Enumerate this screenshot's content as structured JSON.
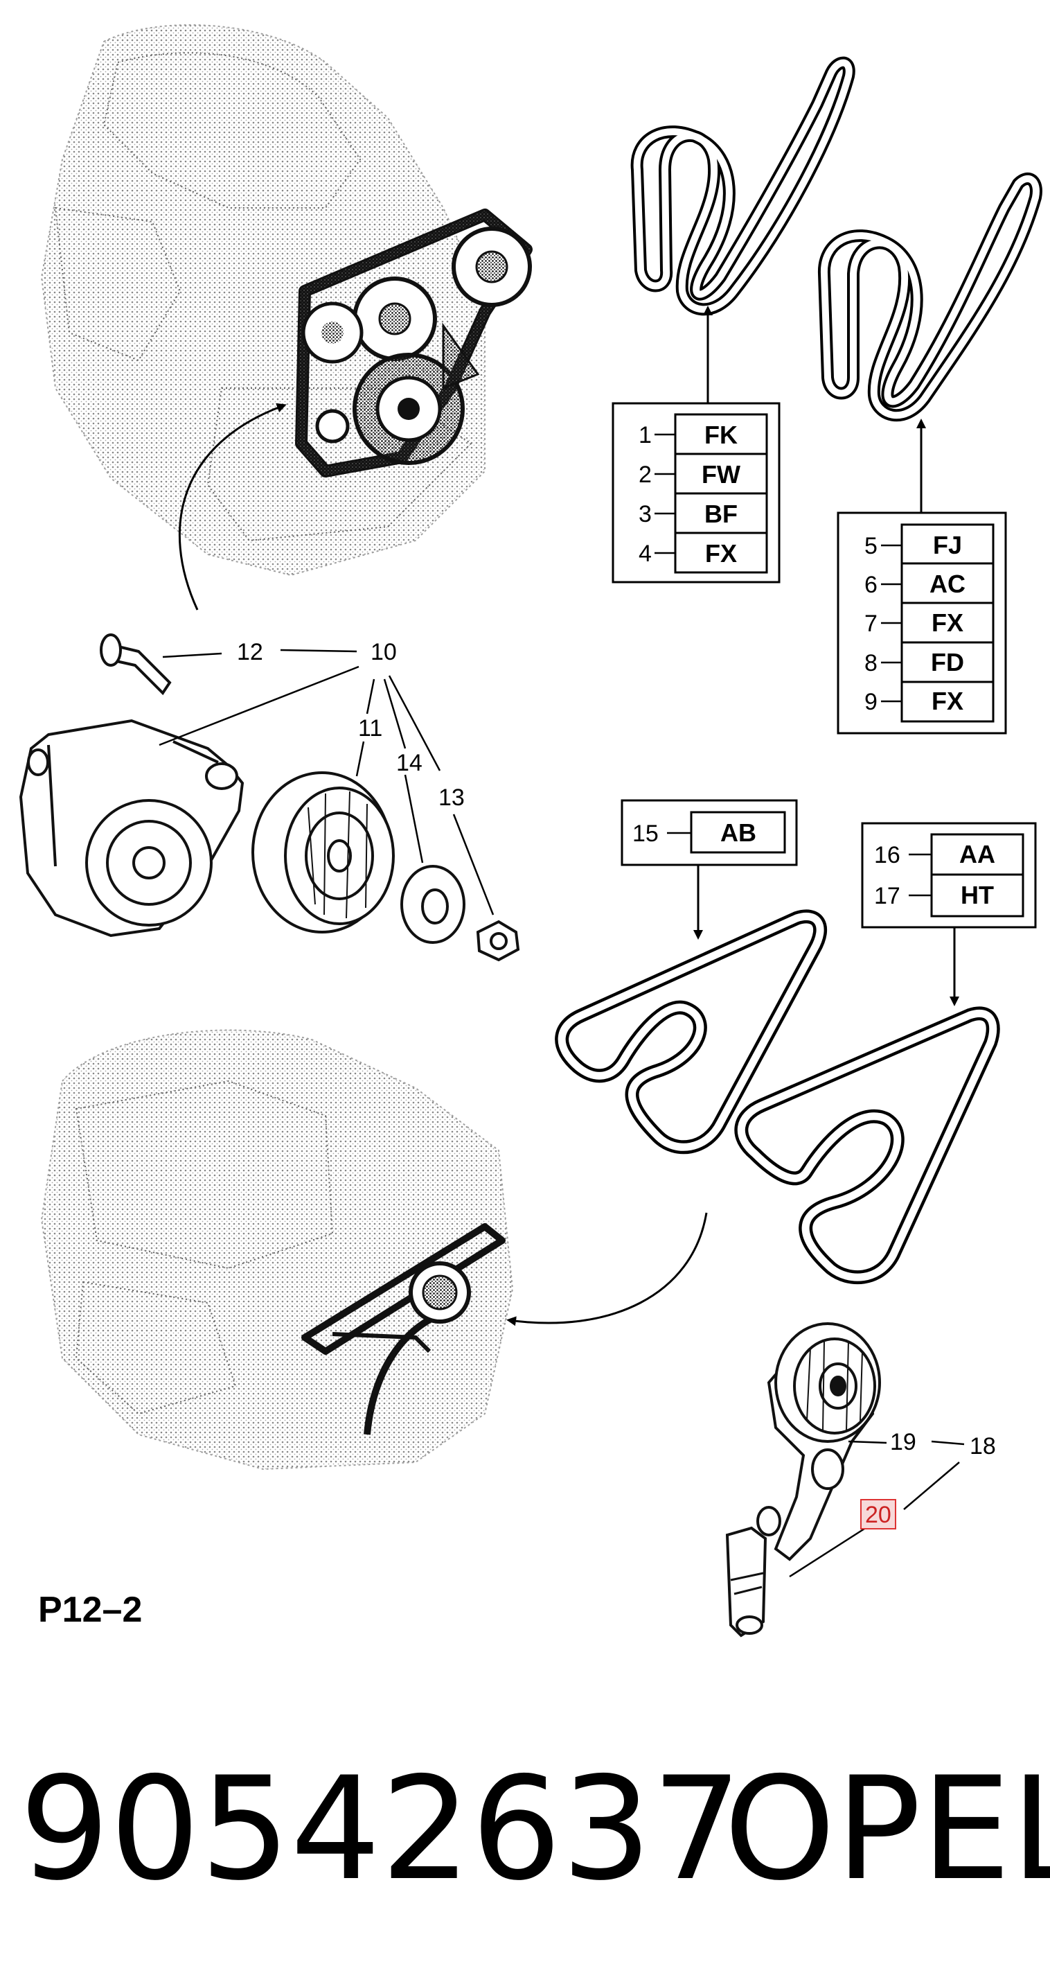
{
  "sheet_label": "P12–2",
  "part_number": "90542637",
  "brand": "OPEL",
  "callouts": {
    "c10": "10",
    "c11": "11",
    "c12": "12",
    "c13": "13",
    "c14": "14",
    "c18": "18",
    "c19": "19",
    "c20": "20"
  },
  "tables": {
    "belt_set_1": [
      {
        "index": "1",
        "code": "FK"
      },
      {
        "index": "2",
        "code": "FW"
      },
      {
        "index": "3",
        "code": "BF"
      },
      {
        "index": "4",
        "code": "FX"
      }
    ],
    "belt_set_2": [
      {
        "index": "5",
        "code": "FJ"
      },
      {
        "index": "6",
        "code": "AC"
      },
      {
        "index": "7",
        "code": "FX"
      },
      {
        "index": "8",
        "code": "FD"
      },
      {
        "index": "9",
        "code": "FX"
      }
    ],
    "belt_set_3": [
      {
        "index": "15",
        "code": "AB"
      }
    ],
    "belt_set_4": [
      {
        "index": "16",
        "code": "AA"
      },
      {
        "index": "17",
        "code": "HT"
      }
    ]
  },
  "highlight_color": "#d33333"
}
